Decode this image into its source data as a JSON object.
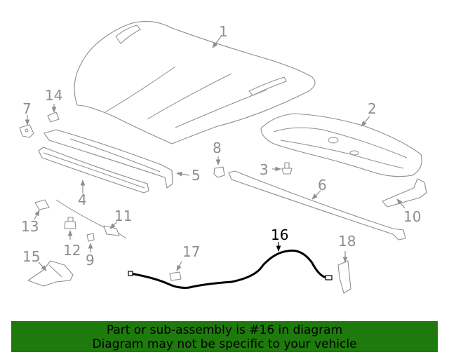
{
  "callouts": {
    "c1": "1",
    "c2": "2",
    "c3": "3",
    "c4": "4",
    "c5": "5",
    "c6": "6",
    "c7": "7",
    "c8": "8",
    "c9": "9",
    "c10": "10",
    "c11": "11",
    "c12": "12",
    "c13": "13",
    "c14": "14",
    "c15": "15",
    "c16": "16",
    "c17": "17",
    "c18": "18"
  },
  "highlighted_part": "16",
  "colors": {
    "banner": "#1e7a0c",
    "highlight": "#000000",
    "line_art": "#8e8e8e"
  },
  "banner": {
    "line1": "Part or sub-assembly is #16 in diagram",
    "line2": "Diagram may not be specific to your vehicle"
  }
}
